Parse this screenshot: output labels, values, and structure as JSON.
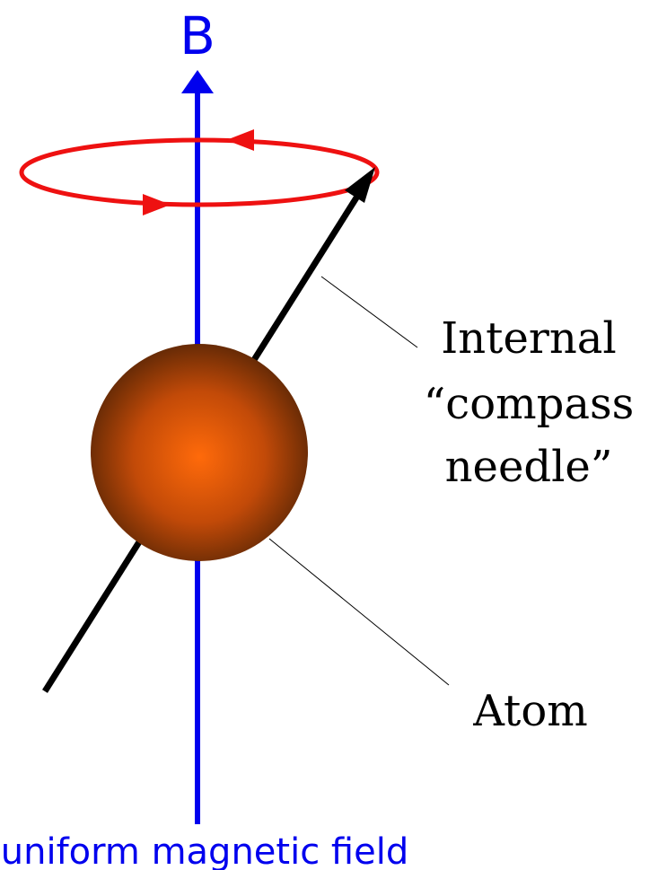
{
  "labels": {
    "field_symbol": "B",
    "needle_line1": "Internal",
    "needle_line2": "“compass",
    "needle_line3": "needle”",
    "atom": "Atom",
    "caption": "uniform magnetic field"
  },
  "colors": {
    "field_axis": "#0000ee",
    "precession_orbit": "#ee1111",
    "needle": "#000000",
    "atom_center": "#ff6a0a",
    "atom_edge": "#5a2605",
    "leader_line": "#000000",
    "text": "#000000"
  },
  "icons": {
    "field_arrowhead": "arrow-up",
    "orbit_arrowheads": [
      "arrow-left",
      "arrow-right"
    ],
    "needle_arrowhead": "arrow-up-right"
  }
}
